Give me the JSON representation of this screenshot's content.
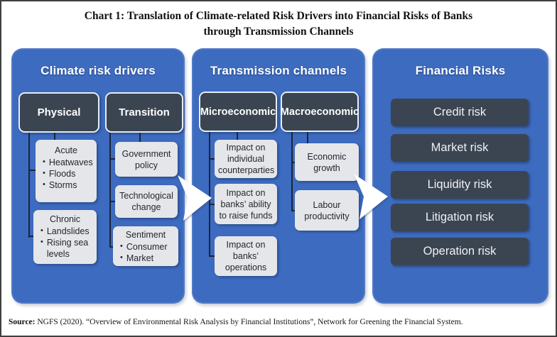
{
  "figure": {
    "title_line1": "Chart 1:  Translation of Climate-related Risk Drivers into Financial Risks of Banks",
    "title_line2": "through Transmission Channels"
  },
  "panels": [
    {
      "header": "Climate risk drivers",
      "columns": [
        {
          "header": "Physical",
          "boxes": [
            {
              "title": "Acute",
              "bullets": [
                "Heatwaves",
                "Floods",
                "Storms"
              ]
            },
            {
              "title": "Chronic",
              "bullets": [
                "Landslides",
                "Rising sea levels"
              ]
            }
          ]
        },
        {
          "header": "Transition",
          "boxes": [
            {
              "title": "Government policy"
            },
            {
              "title": "Technological change"
            },
            {
              "title": "Sentiment",
              "bullets": [
                "Consumer",
                "Market"
              ]
            }
          ]
        }
      ]
    },
    {
      "header": "Transmission channels",
      "columns": [
        {
          "header": "Microeconomic",
          "boxes": [
            {
              "title": "Impact on individual counterparties"
            },
            {
              "title": "Impact on banks’ ability to raise funds"
            },
            {
              "title": "Impact on banks’ operations"
            }
          ]
        },
        {
          "header": "Macroeconomic",
          "boxes": [
            {
              "title": "Economic growth"
            },
            {
              "title": "Labour productivity"
            }
          ]
        }
      ]
    },
    {
      "header": "Financial Risks",
      "risks": [
        "Credit risk",
        "Market risk",
        "Liquidity risk",
        "Litigation risk",
        "Operation risk"
      ]
    }
  ],
  "source": {
    "label": "Source:",
    "text": " NGFS (2020). “Overview of Environmental Risk Analysis by Financial Institutions”, Network for Greening the Financial System."
  },
  "colors": {
    "panel_blue": "#3d6bc0",
    "dark_slate": "#3b4552",
    "light_box": "#e4e6e9",
    "connector": "#1b2636",
    "arrow": "#ffffff"
  }
}
